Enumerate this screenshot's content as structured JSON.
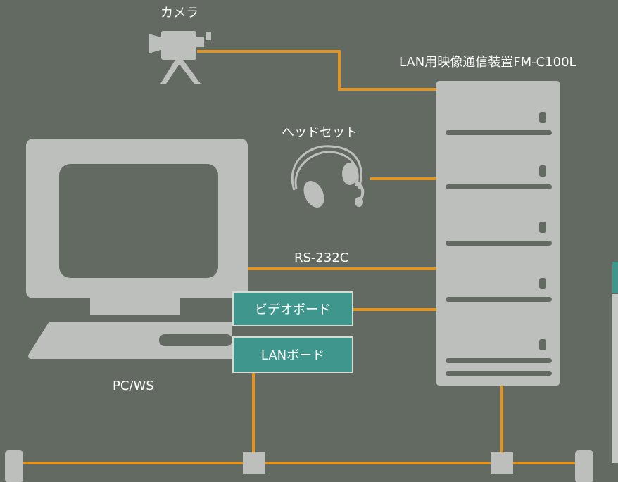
{
  "labels": {
    "camera": "カメラ",
    "device": "LAN用映像通信装置FM-C100L",
    "headset": "ヘッドセット",
    "rs232c": "RS-232C",
    "video_board": "ビデオボード",
    "lan_board": "LANボード",
    "pcws": "PC/WS"
  },
  "colors": {
    "background": "#636a62",
    "equipment": "#bdbfbd",
    "cable": "#e19520",
    "board": "#3f968c"
  }
}
